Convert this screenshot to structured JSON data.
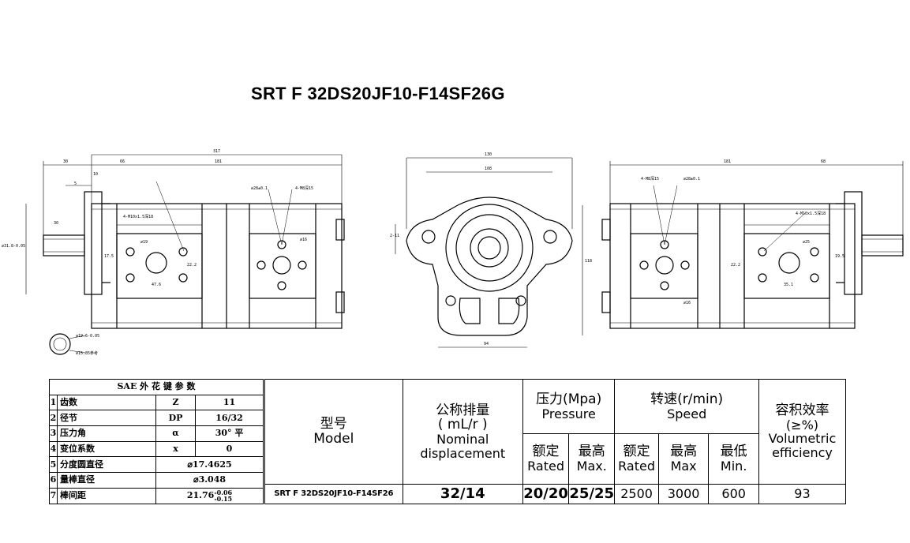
{
  "title": "SRT F 32DS20JF10-F14SF26G",
  "spline_table": {
    "header": "SAE 外 花 键 参 数",
    "rows": [
      {
        "idx": "1",
        "name": "齿数",
        "sym": "Z",
        "val": "11"
      },
      {
        "idx": "2",
        "name": "径节",
        "sym": "DP",
        "val": "16/32"
      },
      {
        "idx": "3",
        "name": "压力角",
        "sym": "α",
        "val": "30° 平"
      },
      {
        "idx": "4",
        "name": "变位系数",
        "sym": "x",
        "val": "0"
      },
      {
        "idx": "5",
        "name": "分度圆直径",
        "val": "⌀17.4625"
      },
      {
        "idx": "6",
        "name": "量棒直径",
        "val": "⌀3.048"
      },
      {
        "idx": "7",
        "name": "棒间距",
        "val": "21.76",
        "tol_up": "-0.06",
        "tol_low": "-0.15"
      }
    ]
  },
  "spec_table": {
    "model_cn": "型号",
    "model_en": "Model",
    "disp_cn": "公称排量",
    "disp_unit": "( mL/r )",
    "disp_en1": "Nominal",
    "disp_en2": "displacement",
    "pressure_cn": "压力(Mpa)",
    "pressure_en": "Pressure",
    "speed_cn": "转速(r/min)",
    "speed_en": "Speed",
    "eff_cn": "容积效率",
    "eff_unit": "(≥%)",
    "eff_en1": "Volumetric",
    "eff_en2": "efficiency",
    "rated_cn": "额定",
    "rated_en": "Rated",
    "max_cn": "最高",
    "max_en": "Max.",
    "speed_rated_cn": "额定",
    "speed_rated_en": "Rated",
    "speed_max_cn": "最高",
    "speed_max_en": "Max",
    "min_cn": "最低",
    "min_en": "Min.",
    "row": {
      "model": "SRT F 32DS20JF10-F14SF26",
      "displacement": "32/14",
      "p_rated": "20/20",
      "p_max": "25/25",
      "s_rated": "2500",
      "s_max": "3000",
      "s_min": "600",
      "efficiency": "93"
    }
  },
  "dims": {
    "total": "317",
    "d30": "30",
    "d66": "66",
    "d181": "181",
    "d10": "10",
    "d5": "5",
    "d130": "130",
    "d108": "108",
    "d118": "118",
    "d68": "68",
    "d94": "94",
    "d22": "2-11",
    "d175": "17.5",
    "d476": "47.6",
    "d222": "22.2",
    "d195": "19.5",
    "d351": "35.1",
    "shaft": "⌀31.8-0.05",
    "port1": "⌀19",
    "port2": "⌀16",
    "port3": "⌀25",
    "thread1": "4-M10x1.5深18",
    "thread2": "4-M8深15",
    "bolt": "⌀28±0.1",
    "spl1": "⌀19.6-0.05",
    "spl2": "⌀15.85参考"
  }
}
